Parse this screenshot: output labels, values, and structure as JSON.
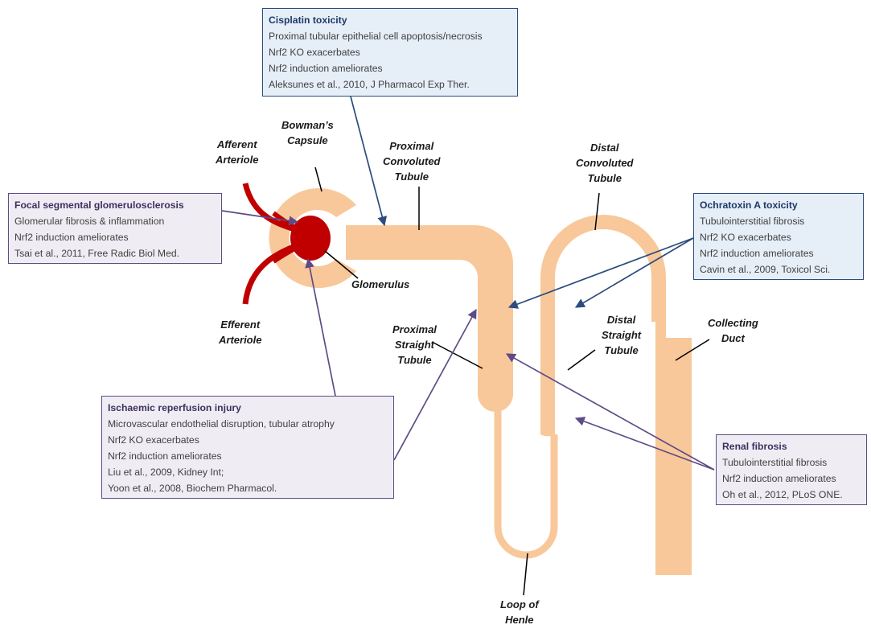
{
  "colors": {
    "tubule": "#f8c89a",
    "glomerulus": "#c00000",
    "blue_box_border": "#2b4c7e",
    "blue_box_fill": "#e6eef8",
    "purple_box_border": "#5e4b87",
    "purple_box_fill": "#efedf3",
    "pointer_line": "#000000"
  },
  "labels": {
    "bowmans_capsule": [
      "Bowman’s",
      "Capsule"
    ],
    "afferent_arteriole": [
      "Afferent",
      "Arteriole"
    ],
    "efferent_arteriole": [
      "Efferent",
      "Arteriole"
    ],
    "glomerulus": [
      "Glomerulus"
    ],
    "proximal_convoluted_tubule": [
      "Proximal",
      "Convoluted",
      "Tubule"
    ],
    "proximal_straight_tubule": [
      "Proximal",
      "Straight",
      "Tubule"
    ],
    "distal_convoluted_tubule": [
      "Distal",
      "Convoluted",
      "Tubule"
    ],
    "distal_straight_tubule": [
      "Distal",
      "Straight",
      "Tubule"
    ],
    "collecting_duct": [
      "Collecting",
      "Duct"
    ],
    "loop_of_henle": [
      "Loop of",
      "Henle"
    ]
  },
  "boxes": {
    "cisplatin": {
      "title": "Cisplatin toxicity",
      "lines": [
        "Proximal tubular epithelial cell apoptosis/necrosis",
        "Nrf2 KO exacerbates",
        "Nrf2 induction  ameliorates",
        "Aleksunes et al., 2010, J Pharmacol Exp Ther."
      ]
    },
    "fsgs": {
      "title": "Focal segmental glomerulosclerosis",
      "lines": [
        "Glomerular  fibrosis & inflammation",
        "Nrf2 induction  ameliorates",
        "Tsai et al., 2011, Free Radic Biol Med."
      ]
    },
    "ochratoxin": {
      "title": "Ochratoxin A toxicity",
      "lines": [
        "Tubulointerstitial fibrosis",
        "Nrf2 KO exacerbates",
        "Nrf2 induction  ameliorates",
        "Cavin et al., 2009, Toxicol Sci."
      ]
    },
    "ischaemic": {
      "title": "Ischaemic reperfusion injury",
      "lines": [
        "Microvascular endothelial disruption,  tubular atrophy",
        "Nrf2 KO exacerbates",
        "Nrf2 induction  ameliorates",
        "Liu et al., 2009, Kidney Int;",
        "Yoon et al., 2008, Biochem Pharmacol."
      ]
    },
    "renal_fibrosis": {
      "title": "Renal fibrosis",
      "lines": [
        "Tubulointerstitial fibrosis",
        "Nrf2 induction  ameliorates",
        "Oh et al., 2012, PLoS ONE."
      ]
    }
  }
}
